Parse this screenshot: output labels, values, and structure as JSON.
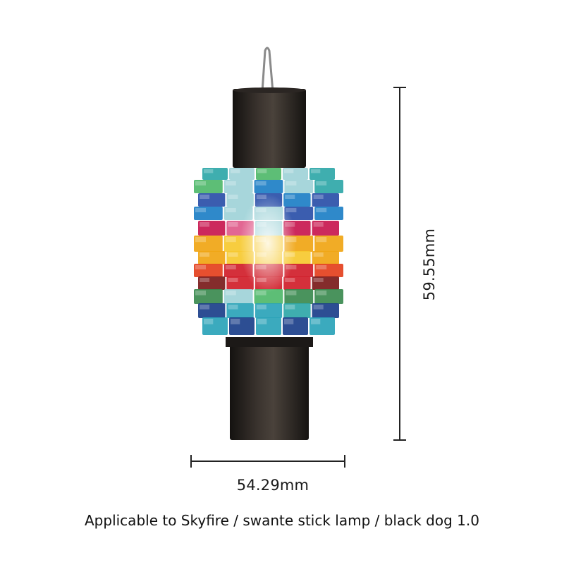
{
  "dimensions": {
    "height": "59.55mm",
    "width": "54.29mm"
  },
  "caption": "Applicable to Skyfire / swante stick lamp / black dog 1.0",
  "colors": {
    "background": "#ffffff",
    "lamp_body": "#2a2522",
    "dimension_line": "#222222"
  },
  "glass_band_colors": [
    "#2fa7a8",
    "#4fb86a",
    "#9fd3d8",
    "#2a4fa8",
    "#1d7fc6",
    "#c8174f",
    "#e05a8a",
    "#f0a514",
    "#f6c92f",
    "#e4401d",
    "#d01e2a",
    "#7a1a1a",
    "#3b8a4f",
    "#1b3f8a",
    "#2aa3b8"
  ]
}
